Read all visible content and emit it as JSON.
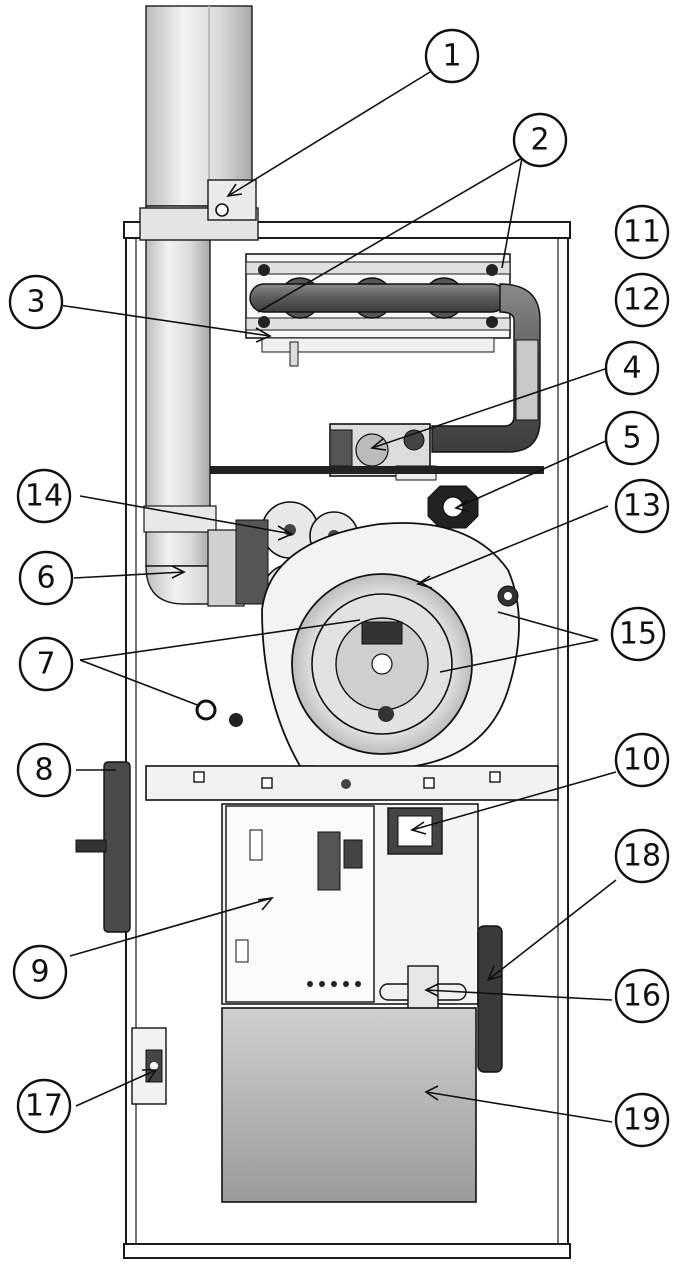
{
  "callouts": [
    {
      "id": "c1",
      "label": "1"
    },
    {
      "id": "c2",
      "label": "2"
    },
    {
      "id": "c3",
      "label": "3"
    },
    {
      "id": "c4",
      "label": "4"
    },
    {
      "id": "c5",
      "label": "5"
    },
    {
      "id": "c6",
      "label": "6"
    },
    {
      "id": "c7",
      "label": "7"
    },
    {
      "id": "c8",
      "label": "8"
    },
    {
      "id": "c9",
      "label": "9"
    },
    {
      "id": "c10",
      "label": "10"
    },
    {
      "id": "c11",
      "label": "11"
    },
    {
      "id": "c12",
      "label": "12"
    },
    {
      "id": "c13",
      "label": "13"
    },
    {
      "id": "c14",
      "label": "14"
    },
    {
      "id": "c15",
      "label": "15"
    },
    {
      "id": "c16",
      "label": "16"
    },
    {
      "id": "c17",
      "label": "17"
    },
    {
      "id": "c18",
      "label": "18"
    },
    {
      "id": "c19",
      "label": "19"
    }
  ],
  "colors": {
    "line": "#111111",
    "pipe_light": "#e8e8e8",
    "pipe_dark": "#b8b8b8",
    "metal_dark": "#3a3a3a",
    "panel": "#f4f4f4"
  }
}
